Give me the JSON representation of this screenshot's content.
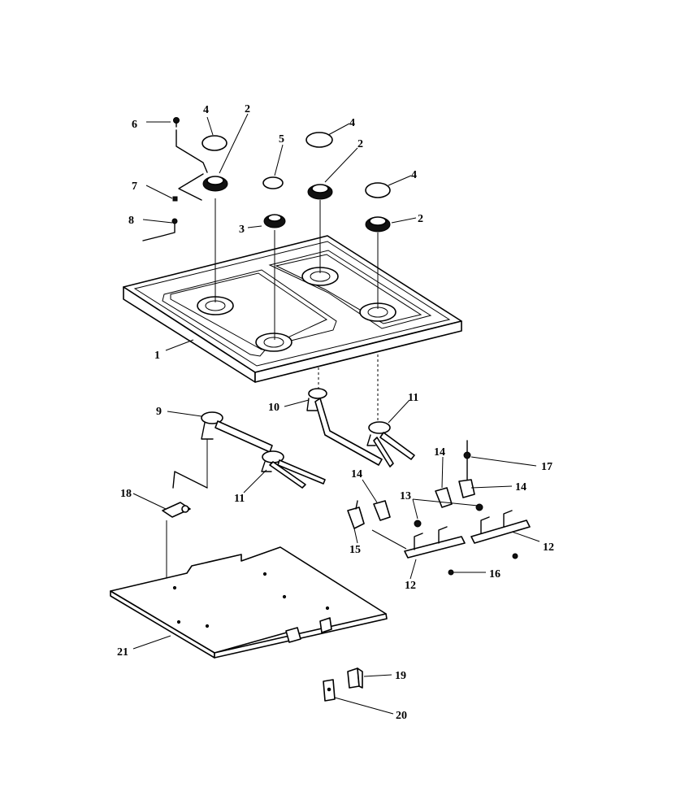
{
  "callouts": [
    {
      "id": "c1",
      "text": "1"
    },
    {
      "id": "c2a",
      "text": "2"
    },
    {
      "id": "c2b",
      "text": "2"
    },
    {
      "id": "c2c",
      "text": "2"
    },
    {
      "id": "c3",
      "text": "3"
    },
    {
      "id": "c4a",
      "text": "4"
    },
    {
      "id": "c4b",
      "text": "4"
    },
    {
      "id": "c4c",
      "text": "4"
    },
    {
      "id": "c5",
      "text": "5"
    },
    {
      "id": "c6",
      "text": "6"
    },
    {
      "id": "c7",
      "text": "7"
    },
    {
      "id": "c8",
      "text": "8"
    },
    {
      "id": "c9",
      "text": "9"
    },
    {
      "id": "c10",
      "text": "10"
    },
    {
      "id": "c11a",
      "text": "11"
    },
    {
      "id": "c11b",
      "text": "11"
    },
    {
      "id": "c12a",
      "text": "12"
    },
    {
      "id": "c12b",
      "text": "12"
    },
    {
      "id": "c13",
      "text": "13"
    },
    {
      "id": "c14a",
      "text": "14"
    },
    {
      "id": "c14b",
      "text": "14"
    },
    {
      "id": "c14c",
      "text": "14"
    },
    {
      "id": "c15",
      "text": "15"
    },
    {
      "id": "c16",
      "text": "16"
    },
    {
      "id": "c17",
      "text": "17"
    },
    {
      "id": "c18",
      "text": "18"
    },
    {
      "id": "c19",
      "text": "19"
    },
    {
      "id": "c20",
      "text": "20"
    },
    {
      "id": "c21",
      "text": "21"
    }
  ]
}
